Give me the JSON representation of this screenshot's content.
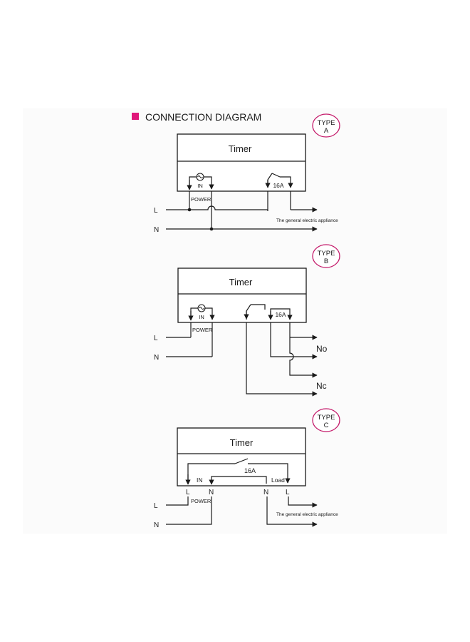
{
  "header": {
    "title": "CONNECTION DIAGRAM",
    "marker_color": "#e0177a"
  },
  "type_badge_color": "#c41a6a",
  "type_a": {
    "badge_line1": "TYPE",
    "badge_line2": "A",
    "box_title": "Timer",
    "in_label": "IN",
    "relay_label": "16A",
    "power_label": "POWER",
    "l_label": "L",
    "n_label": "N",
    "appliance_label": "The general electric appliance"
  },
  "type_b": {
    "badge_line1": "TYPE",
    "badge_line2": "B",
    "box_title": "Timer",
    "in_label": "IN",
    "relay_label": "16A",
    "power_label": "POWER",
    "l_label": "L",
    "n_label": "N",
    "no_label": "No",
    "nc_label": "Nc"
  },
  "type_c": {
    "badge_line1": "TYPE",
    "badge_line2": "C",
    "box_title": "Timer",
    "relay_label": "16A",
    "in_label": "IN",
    "load_label": "Load",
    "term_l1": "L",
    "term_n1": "N",
    "term_n2": "N",
    "term_l2": "L",
    "power_label": "POWER",
    "l_label": "L",
    "n_label": "N",
    "appliance_label": "The general electric appliance"
  }
}
